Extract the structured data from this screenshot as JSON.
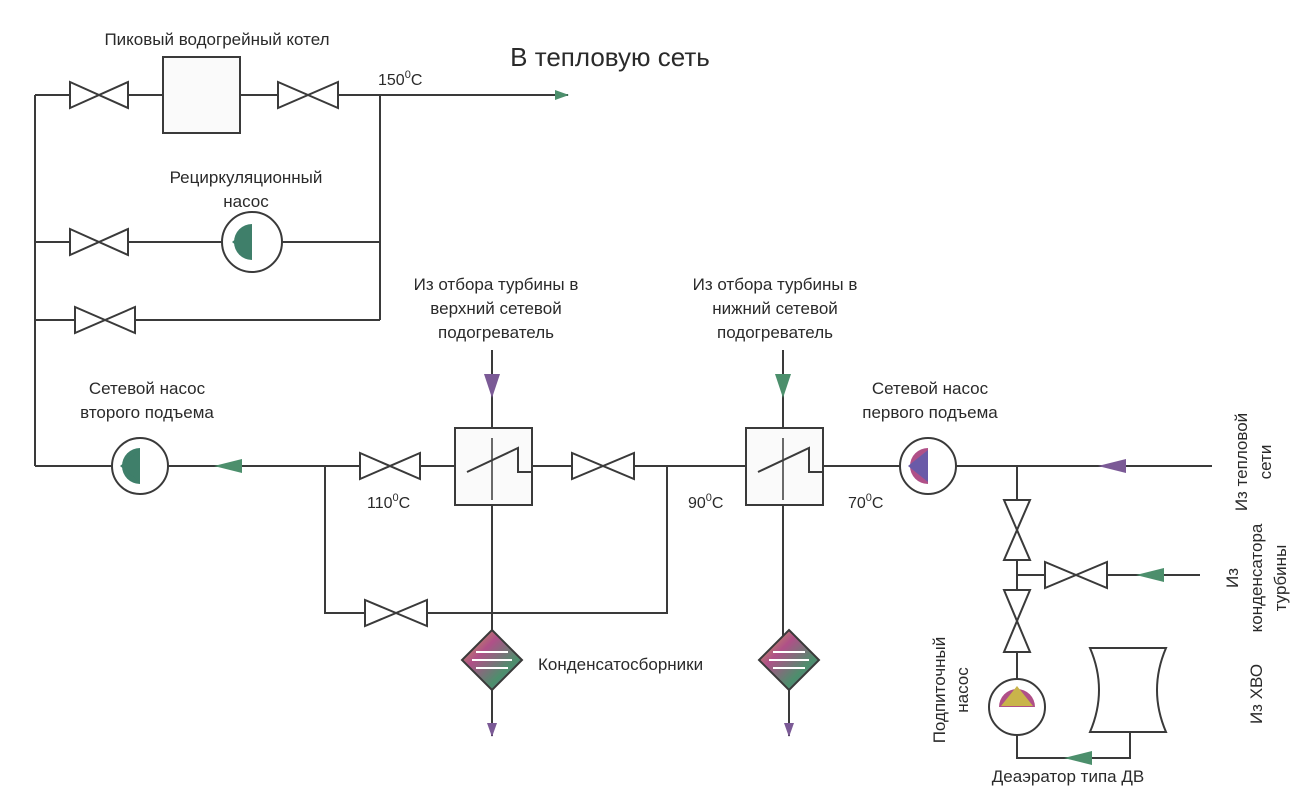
{
  "labels": {
    "peak_boiler": "Пиковый водогрейный котел",
    "to_heat_network": "В тепловую сеть",
    "recirc_pump_line1": "Рециркуляционный",
    "recirc_pump_line2": "насос",
    "upper_extraction_line1": "Из отбора турбины в",
    "upper_extraction_line2": "верхний сетевой",
    "upper_extraction_line3": "подогреватель",
    "lower_extraction_line1": "Из отбора турбины в",
    "lower_extraction_line2": "нижний сетевой",
    "lower_extraction_line3": "подогреватель",
    "second_pump_line1": "Сетевой насос",
    "second_pump_line2": "второго подъема",
    "first_pump_line1": "Сетевой насос",
    "first_pump_line2": "первого подъема",
    "condensate_collectors": "Конденсатосборники",
    "makeup_pump_line1": "Подпиточный",
    "makeup_pump_line2": "насос",
    "deaerator": "Деаэратор типа ДВ",
    "from_heat_network_line1": "Из тепловой",
    "from_heat_network_line2": "сети",
    "from_condenser_line1": "Из",
    "from_condenser_line2": "конденсатора",
    "from_condenser_line3": "турбины",
    "from_hvo": "Из ХВО"
  },
  "temperatures": {
    "t150": "150",
    "t110": "110",
    "t90": "90",
    "t70": "70",
    "degree": "0",
    "unit": "C"
  },
  "colors": {
    "line": "#3a3a3a",
    "arrow_green": "#4c8f6c",
    "arrow_purple": "#7b5a96",
    "pump_fill": "#3f7f6a",
    "accent_magenta": "#b05088",
    "accent_yellow": "#c9b44a"
  }
}
